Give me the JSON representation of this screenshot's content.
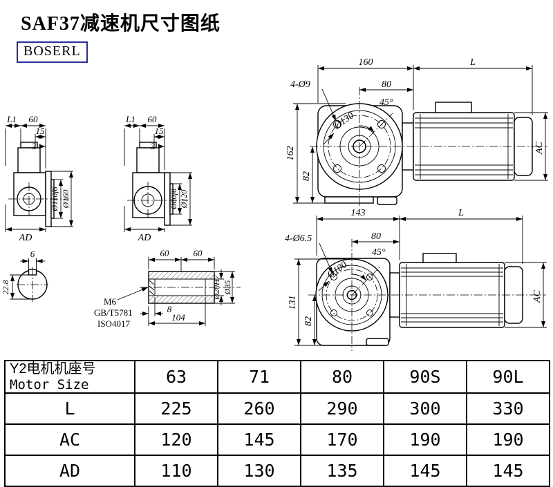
{
  "page": {
    "title": "SAF37减速机尺寸图纸",
    "logo": "BOSERL"
  },
  "colors": {
    "logo_border": "#2a2a99",
    "line": "#000000",
    "background": "#ffffff"
  },
  "drawings": {
    "side_view_large": {
      "dim_l1": "L1",
      "dim_60": "60",
      "dim_15": "15",
      "dim_3": "3",
      "dia_spigot": "Ø110f6",
      "dia_flange": "Ø160",
      "dim_ad": "AD"
    },
    "side_view_small": {
      "dim_l1": "L1",
      "dim_60": "60",
      "dim_15": "15",
      "dim_3": "3",
      "dia_spigot": "Ø80f6",
      "dia_flange": "Ø120",
      "dim_ad": "AD"
    },
    "front_view_large": {
      "dim_width": "160",
      "dim_motor": "L",
      "holes": "4-Ø9",
      "dim_half": "80",
      "angle": "45°",
      "dia_bolt_circle": "Ø130",
      "dim_height": "162",
      "dim_axis": "82",
      "dim_ac": "AC"
    },
    "front_view_small": {
      "dim_width": "143",
      "dim_motor": "L",
      "holes": "4-Ø6.5",
      "dim_half": "80",
      "angle": "45°",
      "dia_bolt_circle": "Ø100",
      "dim_height": "131",
      "dim_axis": "82",
      "dim_ac": "AC"
    },
    "shaft_section": {
      "dim_key_width": "6",
      "dim_key_height": "22.8"
    },
    "shaft_detail": {
      "dim_60a": "60",
      "dim_60b": "60",
      "thread": "M6",
      "std_gb": "GB/T5781",
      "std_iso": "ISO4017",
      "dim_8": "8",
      "dim_104": "104",
      "dia_bore": "Ø20H7",
      "dia_shaft": "Ø35"
    }
  },
  "table": {
    "header": {
      "label_cn": "Y2电机机座号",
      "label_en": "Motor Size",
      "values": [
        "63",
        "71",
        "80",
        "90S",
        "90L"
      ]
    },
    "rows": [
      {
        "label": "L",
        "values": [
          "225",
          "260",
          "290",
          "300",
          "330"
        ]
      },
      {
        "label": "AC",
        "values": [
          "120",
          "145",
          "170",
          "190",
          "190"
        ]
      },
      {
        "label": "AD",
        "values": [
          "110",
          "130",
          "135",
          "145",
          "145"
        ]
      }
    ]
  }
}
